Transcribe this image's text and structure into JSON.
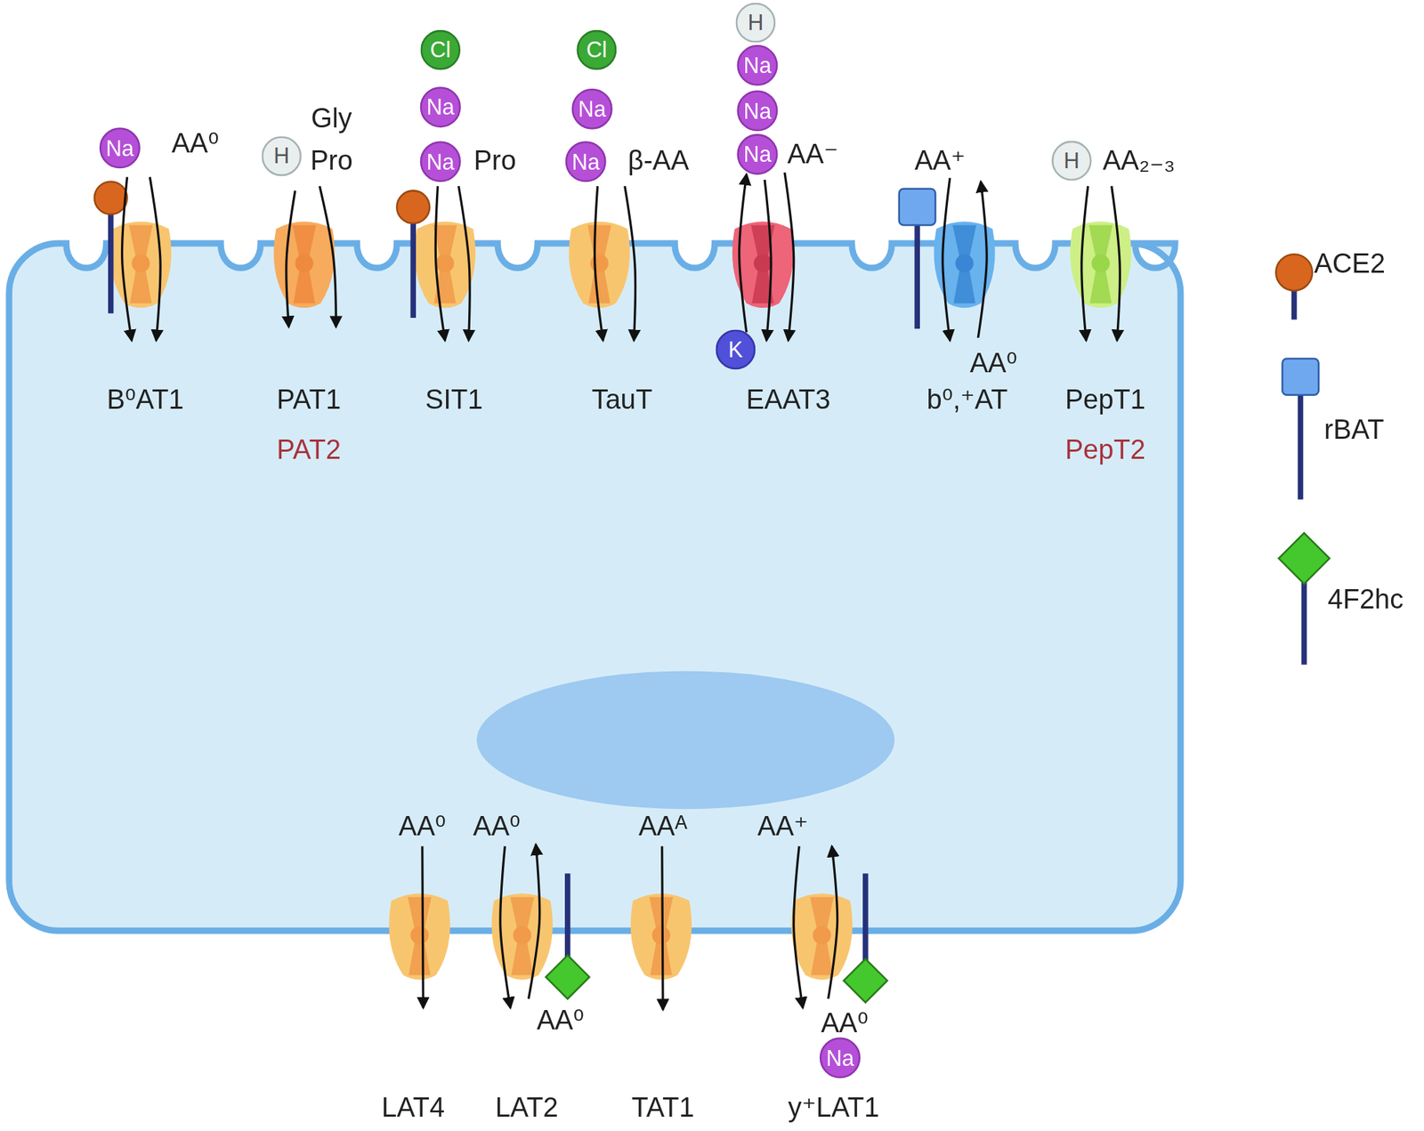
{
  "diagram": {
    "nodes": [
      {
        "text": [
          "Na"
        ]
      },
      {
        "text": [
          "H"
        ]
      },
      {
        "text": [
          "Cl"
        ]
      },
      {
        "text": [
          "Na"
        ]
      },
      {
        "text": [
          "Na"
        ]
      },
      {
        "text": [
          "Cl"
        ]
      },
      {
        "text": [
          "Na"
        ]
      },
      {
        "text": [
          "Na"
        ]
      },
      {
        "text": [
          "H"
        ]
      },
      {
        "text": [
          "Na"
        ]
      },
      {
        "text": [
          "Na"
        ]
      },
      {
        "text": [
          "Na"
        ]
      },
      {
        "text": [
          "H"
        ]
      },
      {
        "text": [
          "B⁰AT1"
        ]
      },
      {
        "text": [
          "PAT1",
          "PAT2"
        ]
      },
      {
        "text": [
          "SIT1"
        ]
      },
      {
        "text": [
          "TauT"
        ]
      },
      {
        "text": [
          "EAAT3"
        ]
      },
      {
        "text": [
          "K"
        ]
      },
      {
        "text": [
          "b⁰,⁺AT"
        ]
      },
      {
        "text": [
          "PepT1",
          "PepT2"
        ]
      },
      {
        "text": [
          "LAT4"
        ]
      },
      {
        "text": [
          "LAT2"
        ]
      },
      {
        "text": [
          "TAT1"
        ]
      },
      {
        "text": [
          "Na"
        ]
      },
      {
        "text": [
          "y⁺LAT1"
        ]
      }
    ],
    "labels": [
      "AA⁰",
      "Gly",
      "Pro",
      "Pro",
      "β-AA",
      "AA⁻",
      "AA⁺",
      "AA⁰",
      "AA₂₋₃",
      "AA⁰",
      "AA⁰",
      "AA⁰",
      "AAᴬ",
      "AA⁺",
      "AA⁰"
    ],
    "legend": [
      {
        "text": "ACE2"
      },
      {
        "text": "rBAT"
      },
      {
        "text": "4F2hc"
      }
    ]
  }
}
